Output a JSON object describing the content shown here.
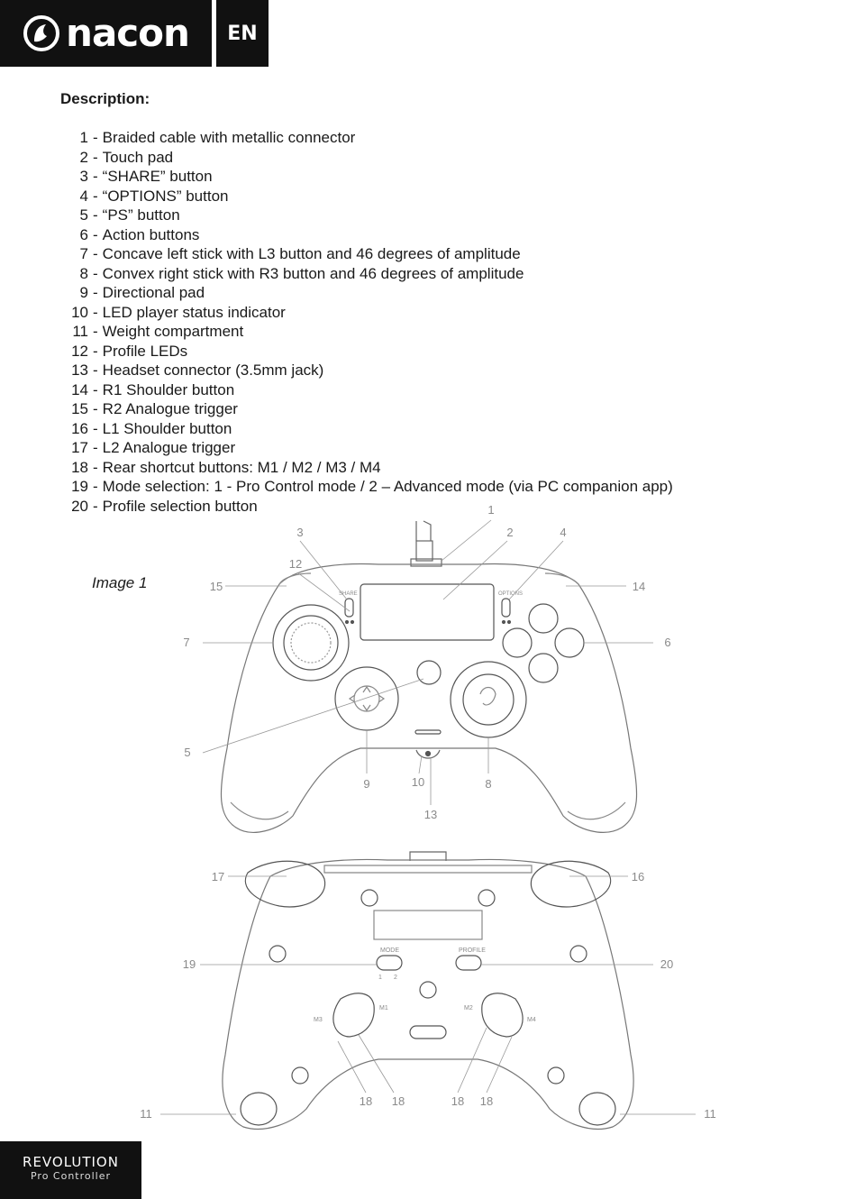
{
  "header": {
    "brand": "nacon",
    "language": "EN"
  },
  "description": {
    "title": "Description:",
    "items": [
      {
        "num": "1",
        "text": "Braided cable with metallic connector"
      },
      {
        "num": "2",
        "text": "Touch pad"
      },
      {
        "num": "3",
        "text": "“SHARE” button"
      },
      {
        "num": "4",
        "text": "“OPTIONS” button"
      },
      {
        "num": "5",
        "text": "“PS” button"
      },
      {
        "num": "6",
        "text": "Action buttons"
      },
      {
        "num": "7",
        "text": "Concave left stick with L3 button and 46 degrees of amplitude"
      },
      {
        "num": "8",
        "text": "Convex right stick with R3 button and 46 degrees of amplitude"
      },
      {
        "num": "9",
        "text": "Directional pad"
      },
      {
        "num": "10",
        "text": "LED player status indicator"
      },
      {
        "num": "11",
        "text": "Weight compartment"
      },
      {
        "num": "12",
        "text": "Profile LEDs"
      },
      {
        "num": "13",
        "text": "Headset connector (3.5mm jack)"
      },
      {
        "num": "14",
        "text": "R1 Shoulder button"
      },
      {
        "num": "15",
        "text": "R2 Analogue trigger"
      },
      {
        "num": "16",
        "text": "L1 Shoulder button"
      },
      {
        "num": "17",
        "text": "L2 Analogue trigger"
      },
      {
        "num": "18",
        "text": "Rear shortcut  buttons: M1 / M2 / M3 / M4"
      },
      {
        "num": "19",
        "text": "Mode selection: 1 - Pro Control mode / 2 – Advanced mode (via PC companion app)"
      },
      {
        "num": "20",
        "text": "Profile selection button"
      }
    ],
    "separator": "-"
  },
  "diagram": {
    "caption": "Image 1",
    "front_callouts": [
      "1",
      "2",
      "3",
      "4",
      "12",
      "15",
      "14",
      "7",
      "6",
      "5",
      "9",
      "10",
      "8",
      "13"
    ],
    "back_callouts": [
      "17",
      "16",
      "19",
      "20",
      "11",
      "18",
      "18",
      "18",
      "18",
      "11"
    ],
    "labels": {
      "share": "SHARE",
      "options": "OPTIONS",
      "mode": "MODE",
      "profile": "PROFILE",
      "mode_1": "1",
      "mode_2": "2",
      "m1": "M1",
      "m2": "M2",
      "m3": "M3",
      "m4": "M4"
    }
  },
  "footer": {
    "title": "REVOLUTION",
    "subtitle": "Pro Controller"
  }
}
